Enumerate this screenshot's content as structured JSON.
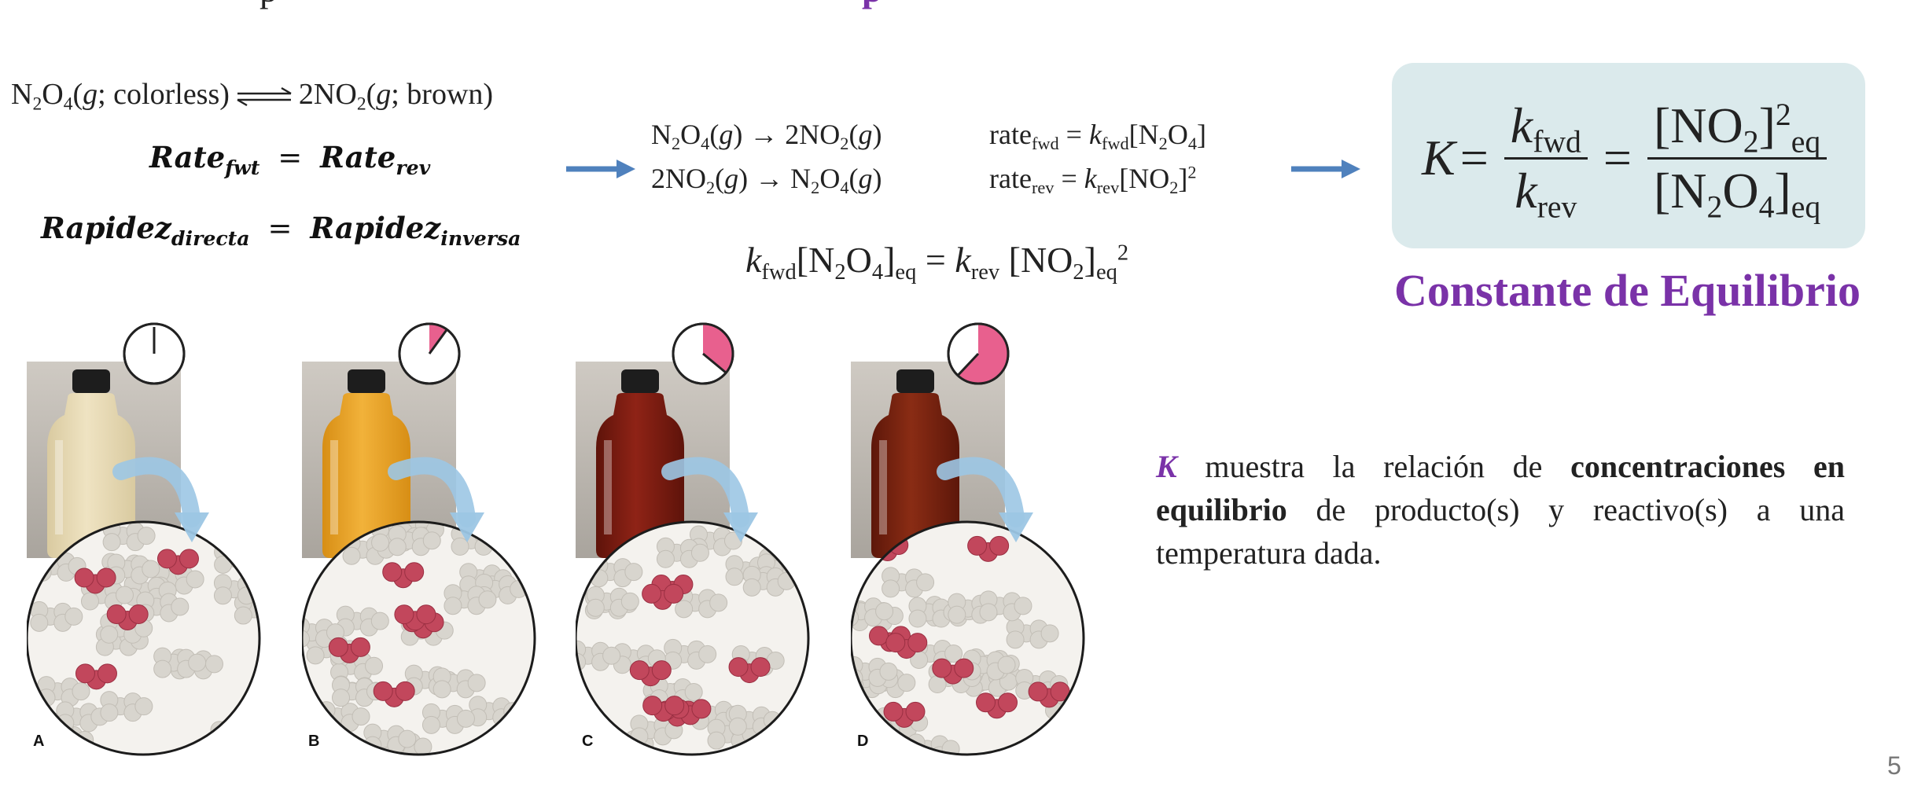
{
  "top_line": {
    "before": "p",
    "highlight": "p"
  },
  "reaction": {
    "reactant": "N",
    "reactant_sub1": "2",
    "reactant_mid": "O",
    "reactant_sub2": "4",
    "reactant_state_open": "(",
    "reactant_state": "g",
    "reactant_state_desc": "; colorless)",
    "product_coef": "2NO",
    "product_sub": "2",
    "product_state_open": "(",
    "product_state": "g",
    "product_state_desc": "; brown)"
  },
  "rate_english": {
    "left": "Rate",
    "left_sub": "fwt",
    "equals": "=",
    "right": "Rate",
    "right_sub": "rev"
  },
  "rate_spanish": {
    "left": "Rapidez",
    "left_sub": "directa",
    "equals": "=",
    "right": "Rapidez",
    "right_sub": "inversa"
  },
  "reactions": [
    {
      "eq_html": "N<sub>2</sub>O<sub>4</sub>(<i>g</i>) → 2NO<sub>2</sub>(<i>g</i>)",
      "rate_html": "rate<sub>fwd</sub> = <i>k</i><sub>fwd</sub>[N<sub>2</sub>O<sub>4</sub>]"
    },
    {
      "eq_html": "2NO<sub>2</sub>(<i>g</i>) → N<sub>2</sub>O<sub>4</sub>(<i>g</i>)",
      "rate_html": "rate<sub>rev</sub> = <i>k</i><sub>rev</sub>[NO<sub>2</sub>]<sup>2</sup>"
    }
  ],
  "equilibrium_equation_html": "<i>k</i><sub>fwd</sub>[N<sub>2</sub>O<sub>4</sub>]<sub>eq</sub> = <i>k</i><sub>rev</sub> [NO<sub>2</sub>]<sub>eq</sub><sup>2</sup>",
  "k_formula": {
    "k": "K",
    "equals": "=",
    "numerator1_html": "<i>k</i><sub>fwd</sub>",
    "denominator1_html": "<i>k</i><sub>rev</sub>",
    "numerator2_html": "[NO<sub>2</sub>]<sup>2</sup><sub>eq</sub>",
    "denominator2_html": "[N<sub>2</sub>O<sub>4</sub>]<sub>eq</sub>"
  },
  "k_title": "Constante de Equilibrio",
  "description": {
    "k": "K",
    "text1": " muestra la relación de ",
    "bold1": "concentraciones en equilibrio",
    "text2": " de producto(s) y reactivo(s) a una temperatura dada."
  },
  "panels": [
    {
      "label": "A",
      "clock_fraction": 0.0,
      "liquid_color": "#efe3c2",
      "liquid_dark": "#d9caa0"
    },
    {
      "label": "B",
      "clock_fraction": 0.1,
      "liquid_color": "#f2b23a",
      "liquid_dark": "#d78e15"
    },
    {
      "label": "C",
      "clock_fraction": 0.36,
      "liquid_color": "#8f2316",
      "liquid_dark": "#5e130a"
    },
    {
      "label": "D",
      "clock_fraction": 0.62,
      "liquid_color": "#8a2c14",
      "liquid_dark": "#5d170a"
    }
  ],
  "colors": {
    "accent_purple": "#7a32a8",
    "arrow_blue": "#4f81bd",
    "box_bg": "#dbeaec",
    "clock_pink": "#e8608e"
  },
  "page_number": "5"
}
